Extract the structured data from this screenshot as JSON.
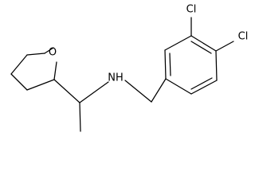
{
  "molecule": {
    "atoms": {
      "cl_upper": "Cl",
      "cl_right": "Cl",
      "oxygen": "O",
      "amine": "NH"
    }
  }
}
